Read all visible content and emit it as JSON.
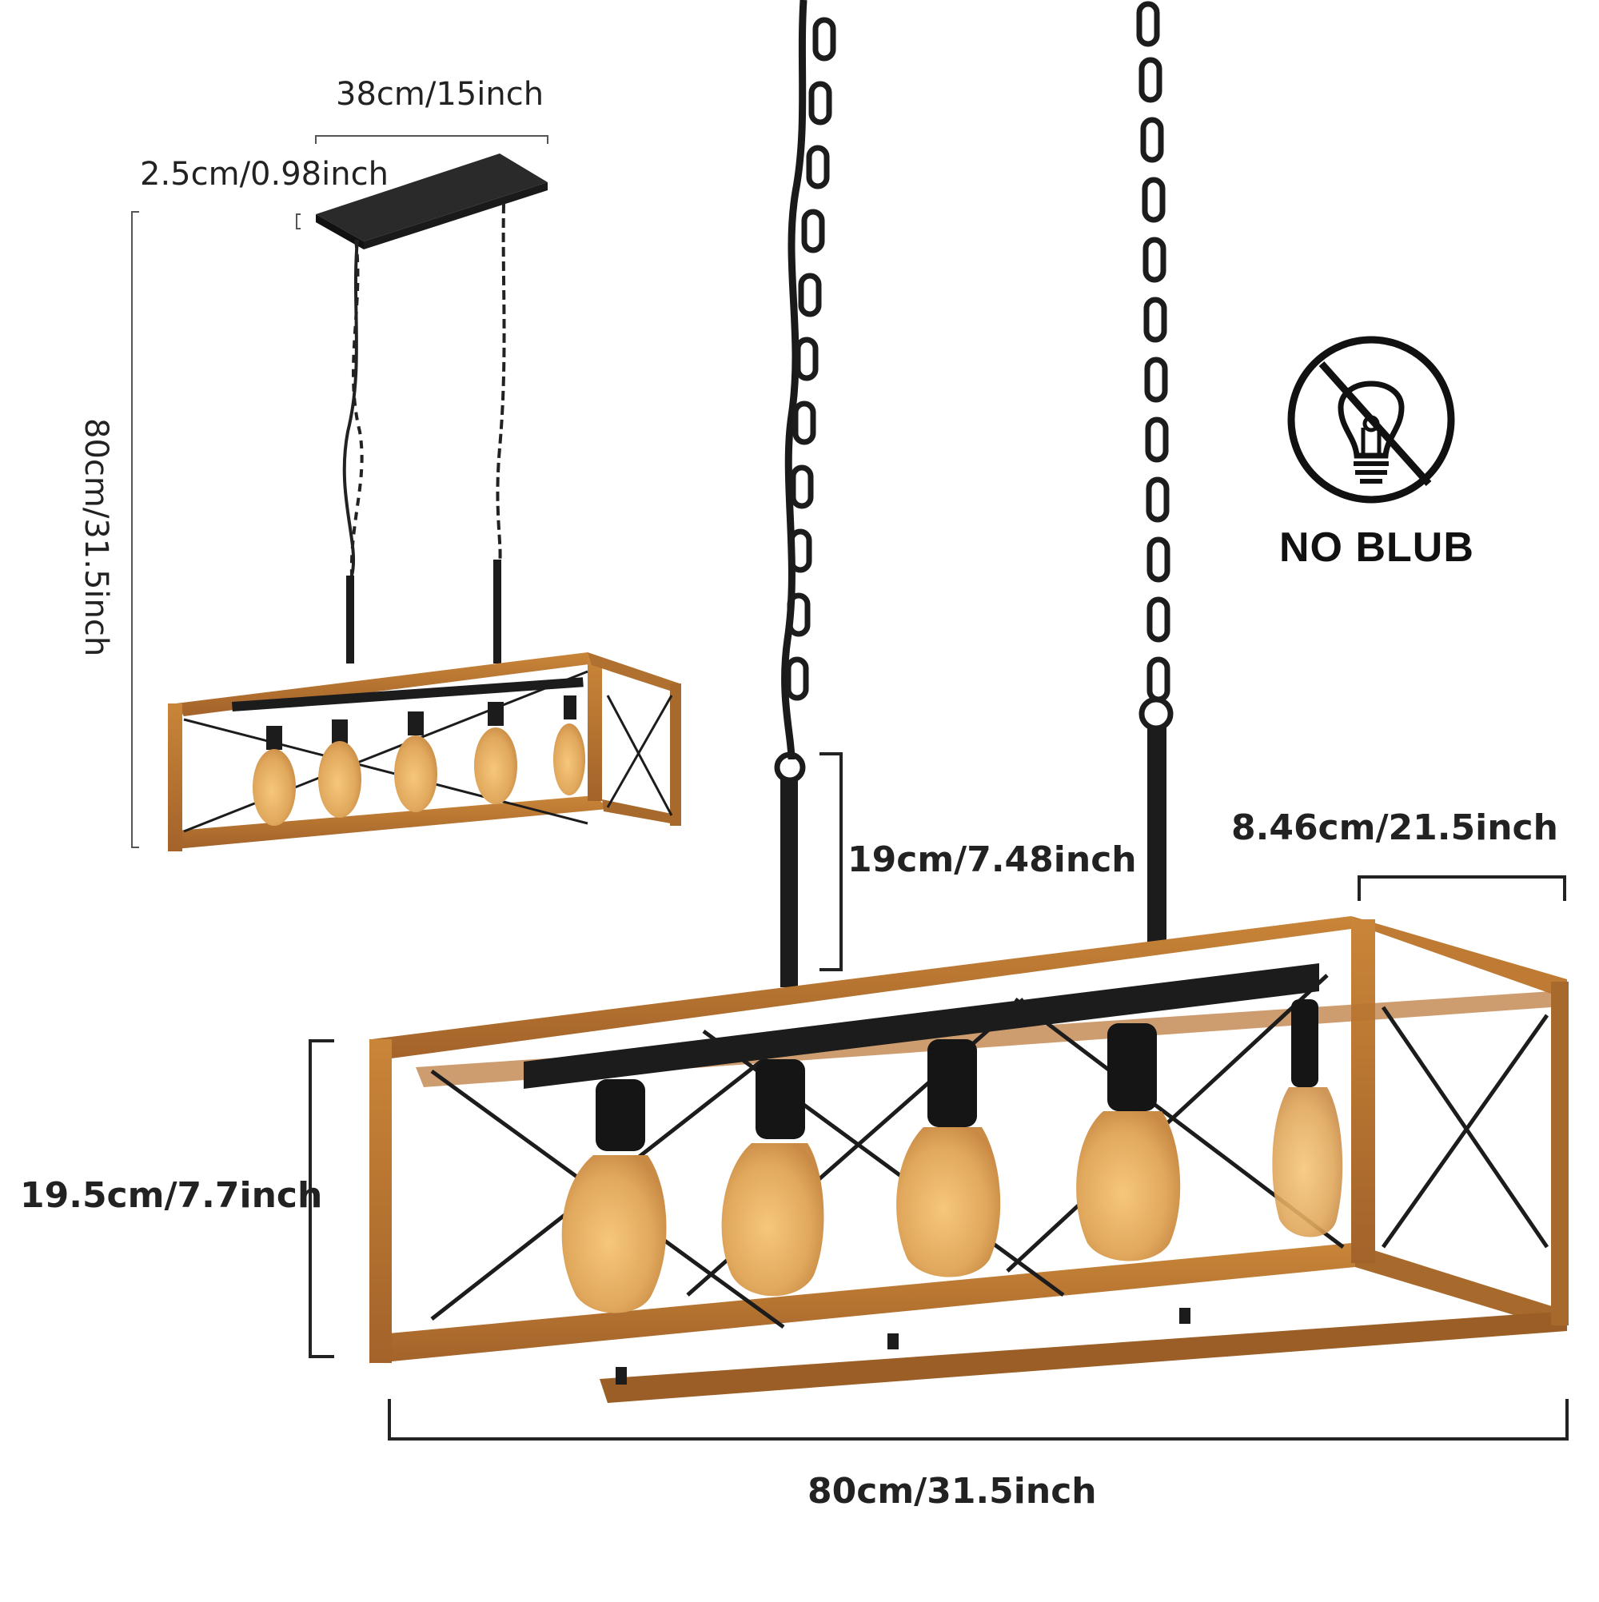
{
  "dimensions": {
    "canopy_width": "38cm/15inch",
    "canopy_height": "2.5cm/0.98inch",
    "total_height": "80cm/31.5inch",
    "rod_length": "19cm/7.48inch",
    "fixture_depth": "8.46cm/21.5inch",
    "fixture_height": "19.5cm/7.7inch",
    "fixture_length": "80cm/31.5inch"
  },
  "no_bulb": {
    "label": "NO BLUB",
    "icon": "no-bulb-icon"
  },
  "colors": {
    "wood": "#b8742f",
    "wood_dark": "#8a5220",
    "metal": "#1c1c1c",
    "bulb_glass": "#e8b56a",
    "dimension_line": "#2a2a2a"
  },
  "fixture": {
    "bulb_count": 5
  }
}
